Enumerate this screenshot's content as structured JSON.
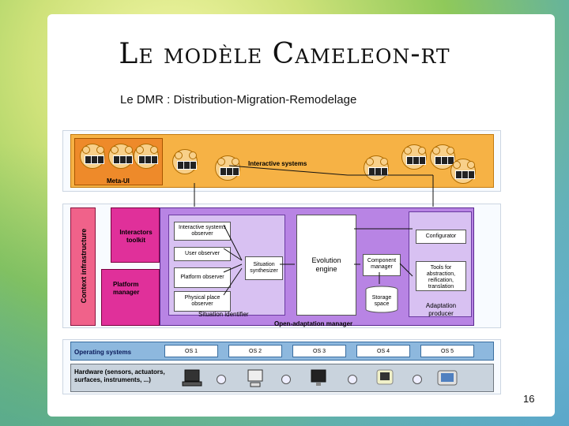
{
  "slide": {
    "title": "Le modèle Cameleon-rt",
    "subtitle": "Le DMR : Distribution-Migration-Remodelage",
    "page_number": "16"
  },
  "diagram": {
    "meta_ui": "Meta-UI",
    "interactive_systems": "Interactive systems",
    "context_infrastructure": "Context infrastructure",
    "interactors_toolkit": "Interactors toolkit",
    "platform_manager": "Platform manager",
    "interactive_systems_observer": "Interactive systems observer",
    "user_observer": "User observer",
    "platform_observer": "Platform observer",
    "physical_place_observer": "Physical place observer",
    "situation_synthesizer": "Situation synthesizer",
    "situation_identifier": "Situation identifier",
    "evolution_engine": "Evolution engine",
    "component_manager": "Component manager",
    "storage_space": "Storage space",
    "configurator": "Configurator",
    "tools_for": "Tools for abstraction, reification, translation",
    "adaptation_producer": "Adaptation producer",
    "open_adaptation_manager": "Open-adaptation manager",
    "operating_systems": "Operating systems",
    "os": [
      "OS 1",
      "OS 2",
      "OS 3",
      "OS 4",
      "OS 5"
    ],
    "hardware": "Hardware (sensors, actuators, surfaces, instruments, ...)"
  },
  "colors": {
    "orange": "#f6b245",
    "pink": "#f0628a",
    "magenta": "#e0309a",
    "purple": "#b884e4",
    "blue": "#8db8de",
    "grey": "#c9d3dd"
  }
}
